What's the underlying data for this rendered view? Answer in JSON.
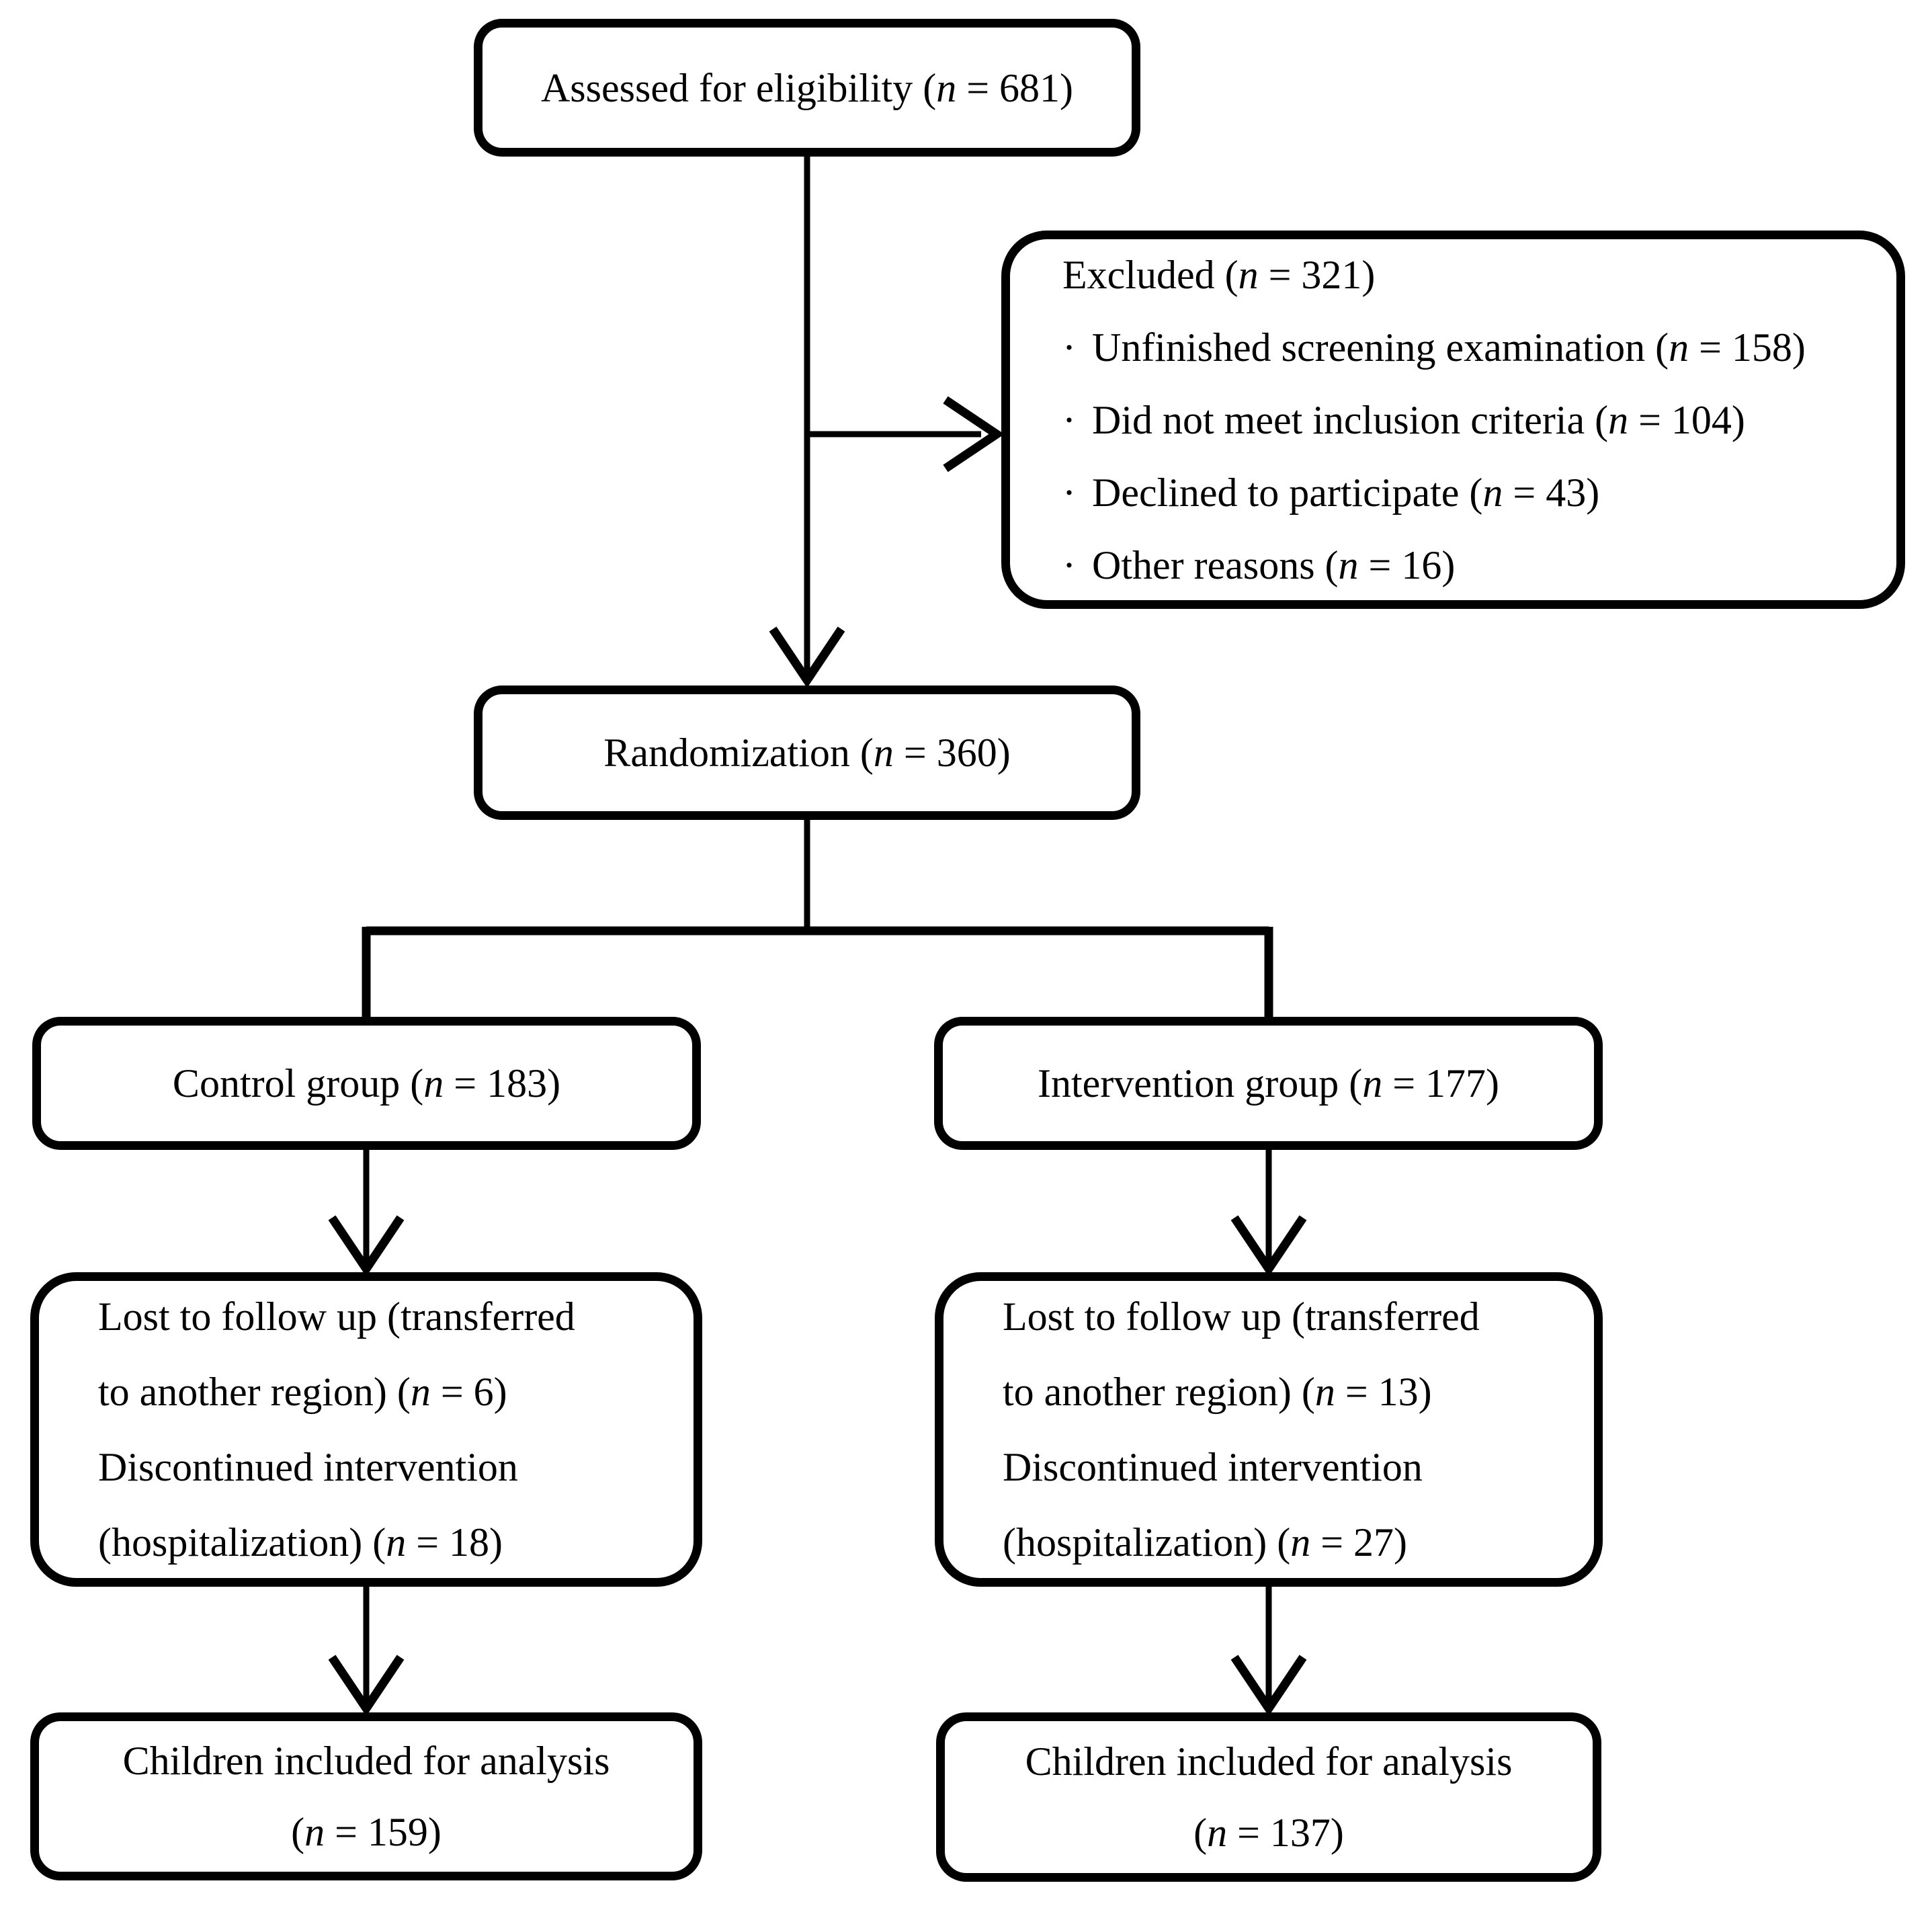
{
  "diagram": {
    "bullet": "·",
    "boxes": {
      "assessed": {
        "label": "Assessed for eligibility (n = 681)"
      },
      "excluded": {
        "title": "Excluded (n = 321)",
        "items": [
          "Unfinished screening examination (n = 158)",
          "Did not meet inclusion criteria (n = 104)",
          "Declined to participate (n = 43)",
          "Other reasons (n = 16)"
        ]
      },
      "randomization": {
        "label": "Randomization (n = 360)"
      },
      "control_group": {
        "label": "Control group (n = 183)"
      },
      "intervention_group": {
        "label": "Intervention group (n = 177)"
      },
      "lost_control": {
        "lines": [
          "Lost to follow up (transferred",
          "to another region) (n = 6)",
          "Discontinued intervention",
          "(hospitalization) (n = 18)"
        ]
      },
      "lost_intervention": {
        "lines": [
          "Lost to follow up (transferred",
          "to another region) (n = 13)",
          "Discontinued intervention",
          "(hospitalization) (n = 27)"
        ]
      },
      "analysis_control": {
        "lines": [
          "Children included for analysis",
          "(n = 159)"
        ]
      },
      "analysis_intervention": {
        "lines": [
          "Children included for analysis",
          "(n = 137)"
        ]
      }
    },
    "line_color": "#000000",
    "box_background": "#ffffff"
  }
}
